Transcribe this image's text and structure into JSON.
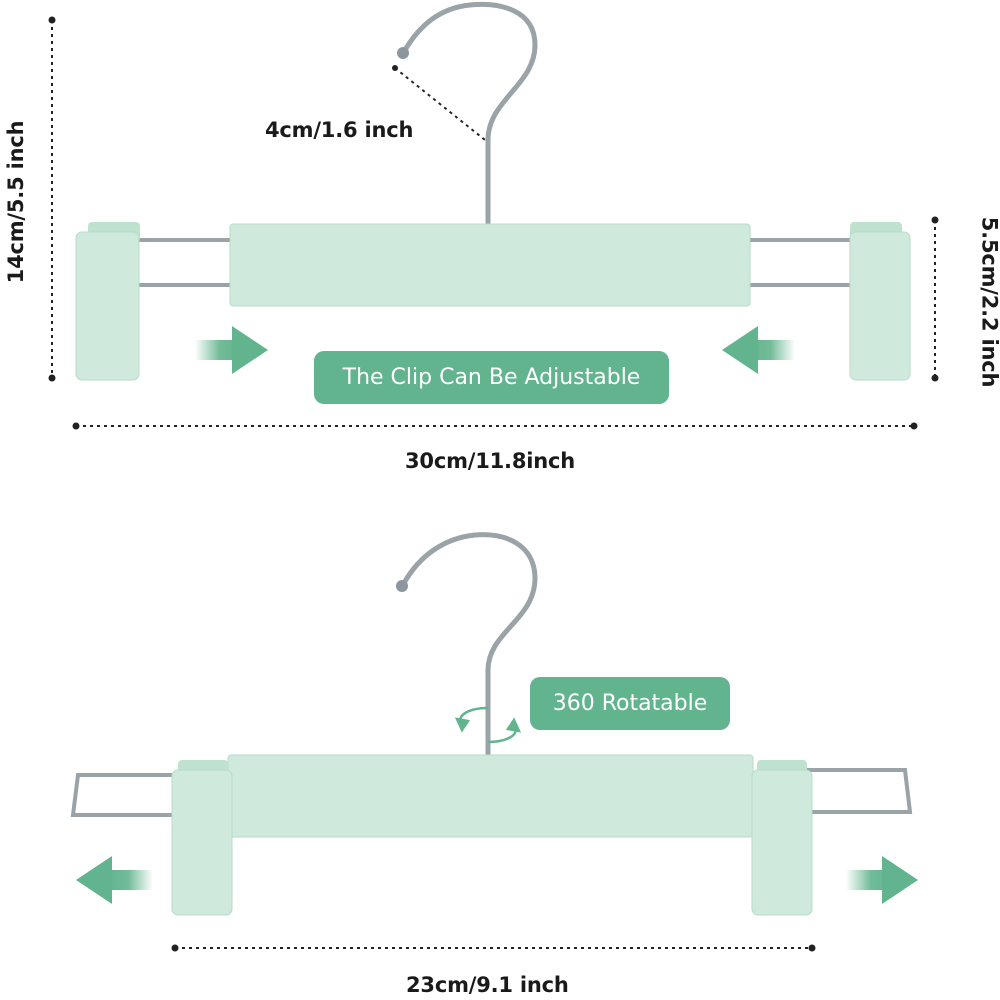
{
  "top_hanger": {
    "hook_label": "4cm/1.6 inch",
    "height_label": "14cm/5.5 inch",
    "clip_label": "5.5cm/2.2 inch",
    "width_label": "30cm/11.8inch",
    "callout": "The Clip Can Be Adjustable"
  },
  "bottom_hanger": {
    "callout": "360 Rotatable",
    "width_label": "23cm/9.1 inch"
  },
  "colors": {
    "hanger_body": "#cfe9dc",
    "hanger_edge": "#b7dcc9",
    "accent": "#62b48e",
    "metal": "#9aa3a8"
  },
  "icons": [
    "arrow-right-icon",
    "arrow-left-icon",
    "rotate-icon"
  ]
}
